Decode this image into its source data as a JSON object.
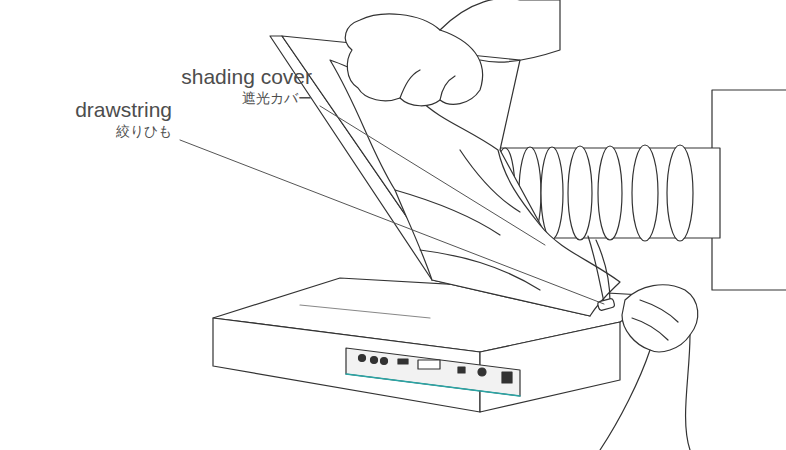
{
  "diagram": {
    "labels": [
      "shading cover",
      "遮光カバー",
      "drawstring",
      "絞りひも"
    ]
  }
}
